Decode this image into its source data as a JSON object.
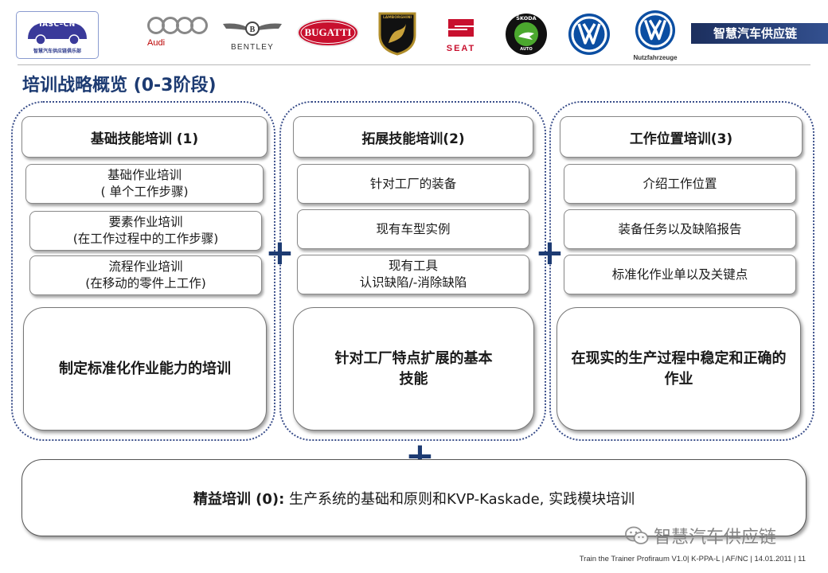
{
  "header": {
    "iasc_logo": {
      "title": "IASC–CN",
      "subtitle": "智慧汽车供应链俱乐部"
    },
    "brands": {
      "audi": "Audi",
      "bentley": "BENTLEY",
      "bugatti": "BUGATTI",
      "lamborghini": "LAMBORGHINI",
      "seat": "SEAT",
      "skoda": "ŠKODA",
      "skoda_sub": "AUTO",
      "vw_nutz": "Nutzfahrzeuge"
    },
    "banner": "智慧汽车供应链"
  },
  "page_title": "培训战略概览 (0-3阶段)",
  "columns": [
    {
      "heading": "基础技能培训 (1)",
      "items": [
        {
          "line1": "基础作业培训",
          "line2": "( 单个工作步骤)"
        },
        {
          "line1": "要素作业培训",
          "line2": "(在工作过程中的工作步骤)"
        },
        {
          "line1": "流程作业培训",
          "line2": "(在移动的零件上工作)"
        }
      ],
      "result": "制定标准化作业能力的培训"
    },
    {
      "heading": "拓展技能培训(2)",
      "items": [
        {
          "line1": "针对工厂的装备",
          "line2": ""
        },
        {
          "line1": "现有车型实例",
          "line2": ""
        },
        {
          "line1": "现有工具",
          "line2": "认识缺陷/-消除缺陷"
        }
      ],
      "result": "针对工厂特点扩展的基本技能"
    },
    {
      "heading": "工作位置培训(3)",
      "items": [
        {
          "line1": "介绍工作位置",
          "line2": ""
        },
        {
          "line1": "装备任务以及缺陷报告",
          "line2": ""
        },
        {
          "line1": "标准化作业单以及关键点",
          "line2": ""
        }
      ],
      "result": "在现实的生产过程中稳定和正确的作业"
    }
  ],
  "plus_sign": "+",
  "bottom": {
    "label": "精益培训 (0):",
    "text": " 生产系统的基础和原则和KVP-Kaskade, 实践模块培训"
  },
  "watermark": "智慧汽车供应链",
  "footer": "Train the Trainer Profiraum V1.0| K-PPA-L | AF/NC | 14.01.2011 |   11",
  "colors": {
    "title": "#1d3b72",
    "column_border": "#3a4e8a",
    "banner": "#1c2f5e"
  }
}
